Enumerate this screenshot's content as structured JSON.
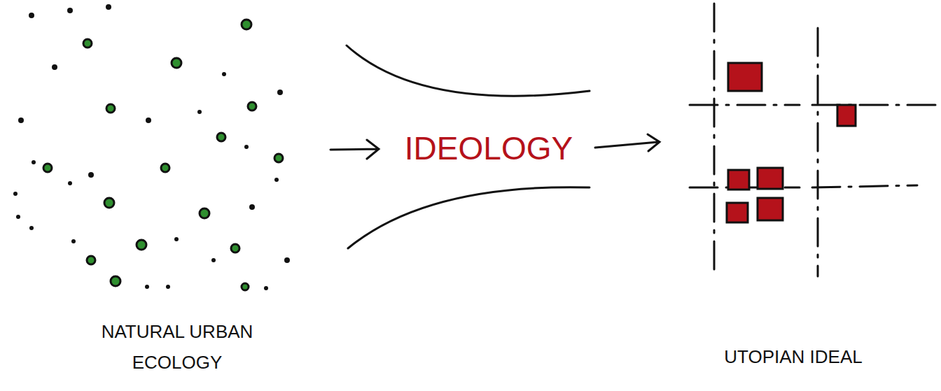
{
  "diagram": {
    "labels": [
      "NATURAL URBAN ECOLOGY",
      "IDEOLOGY",
      "UTOPIAN IDEAL"
    ]
  }
}
